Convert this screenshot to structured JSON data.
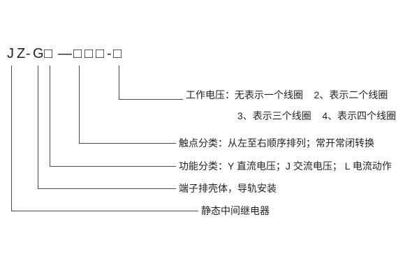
{
  "diagram": {
    "title_hint": "relay model code explanation",
    "line_color": "#4a4a4a",
    "text_color": "#222222",
    "model_parts": [
      "J",
      "Z",
      "-",
      "G",
      "□",
      "—",
      "□",
      "□",
      "□",
      "-",
      "□"
    ],
    "labels": {
      "working_voltage_line1": "工作电压：无表示一个线圈    2、表示二个线圈",
      "working_voltage_line2": "3、表示三个线圈    4、表示四个线圈",
      "contact_class": "触点分类：从左至右顺序排列；常开常闭转换",
      "function_class": "功能分类：Y 直流电压；J 交流电压； L 电流动作",
      "housing": "端子排壳体，导轨安装",
      "relay_type": "静态中间继电器"
    }
  }
}
